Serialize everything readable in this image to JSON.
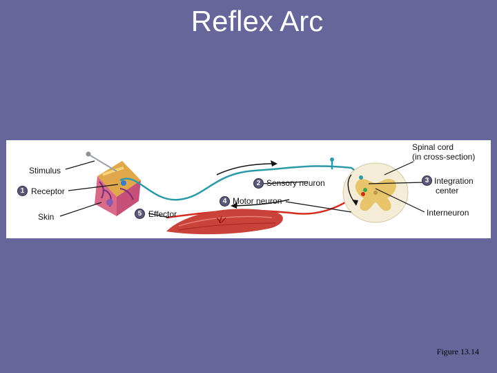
{
  "title": "Reflex Arc",
  "labels": {
    "stimulus": "Stimulus",
    "receptor": "Receptor",
    "skin": "Skin",
    "sensory_neuron": "Sensory neuron",
    "motor_neuron": "Motor neuron",
    "effector": "Effector",
    "spinal_cord_line1": "Spinal cord",
    "spinal_cord_line2": "(in cross-section)",
    "integration_line1": "Integration",
    "integration_line2": "center",
    "interneuron": "Interneuron"
  },
  "steps": [
    "1",
    "2",
    "3",
    "4",
    "5"
  ],
  "caption": "Figure 13.14",
  "colors": {
    "background": "#66669a",
    "sensory": "#2a9aa8",
    "motor": "#d42a1e",
    "muscle": "#c9433a"
  }
}
